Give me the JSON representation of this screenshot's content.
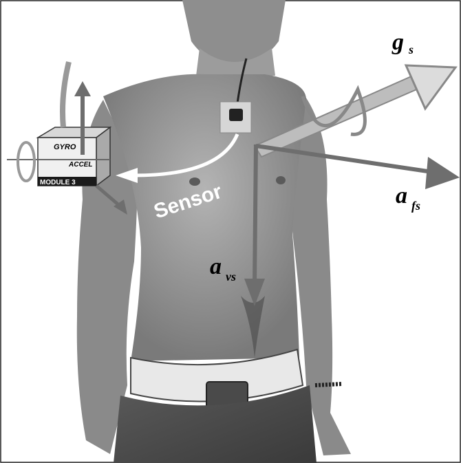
{
  "module": {
    "gyro_label": "GYRO",
    "accel_label": "ACCEL",
    "name_label": "MODULE 3"
  },
  "sensor_label": "Sensor",
  "vectors": {
    "gravity": {
      "base": "g",
      "sub": "s"
    },
    "forward": {
      "base": "a",
      "sub": "fs"
    },
    "vertical": {
      "base": "a",
      "sub": "vs"
    }
  },
  "colors": {
    "arrow_gray": "#8c8c8c",
    "arrow_dark": "#6e6e6e",
    "skin": "#9a9a9a",
    "outline": "#000000"
  }
}
